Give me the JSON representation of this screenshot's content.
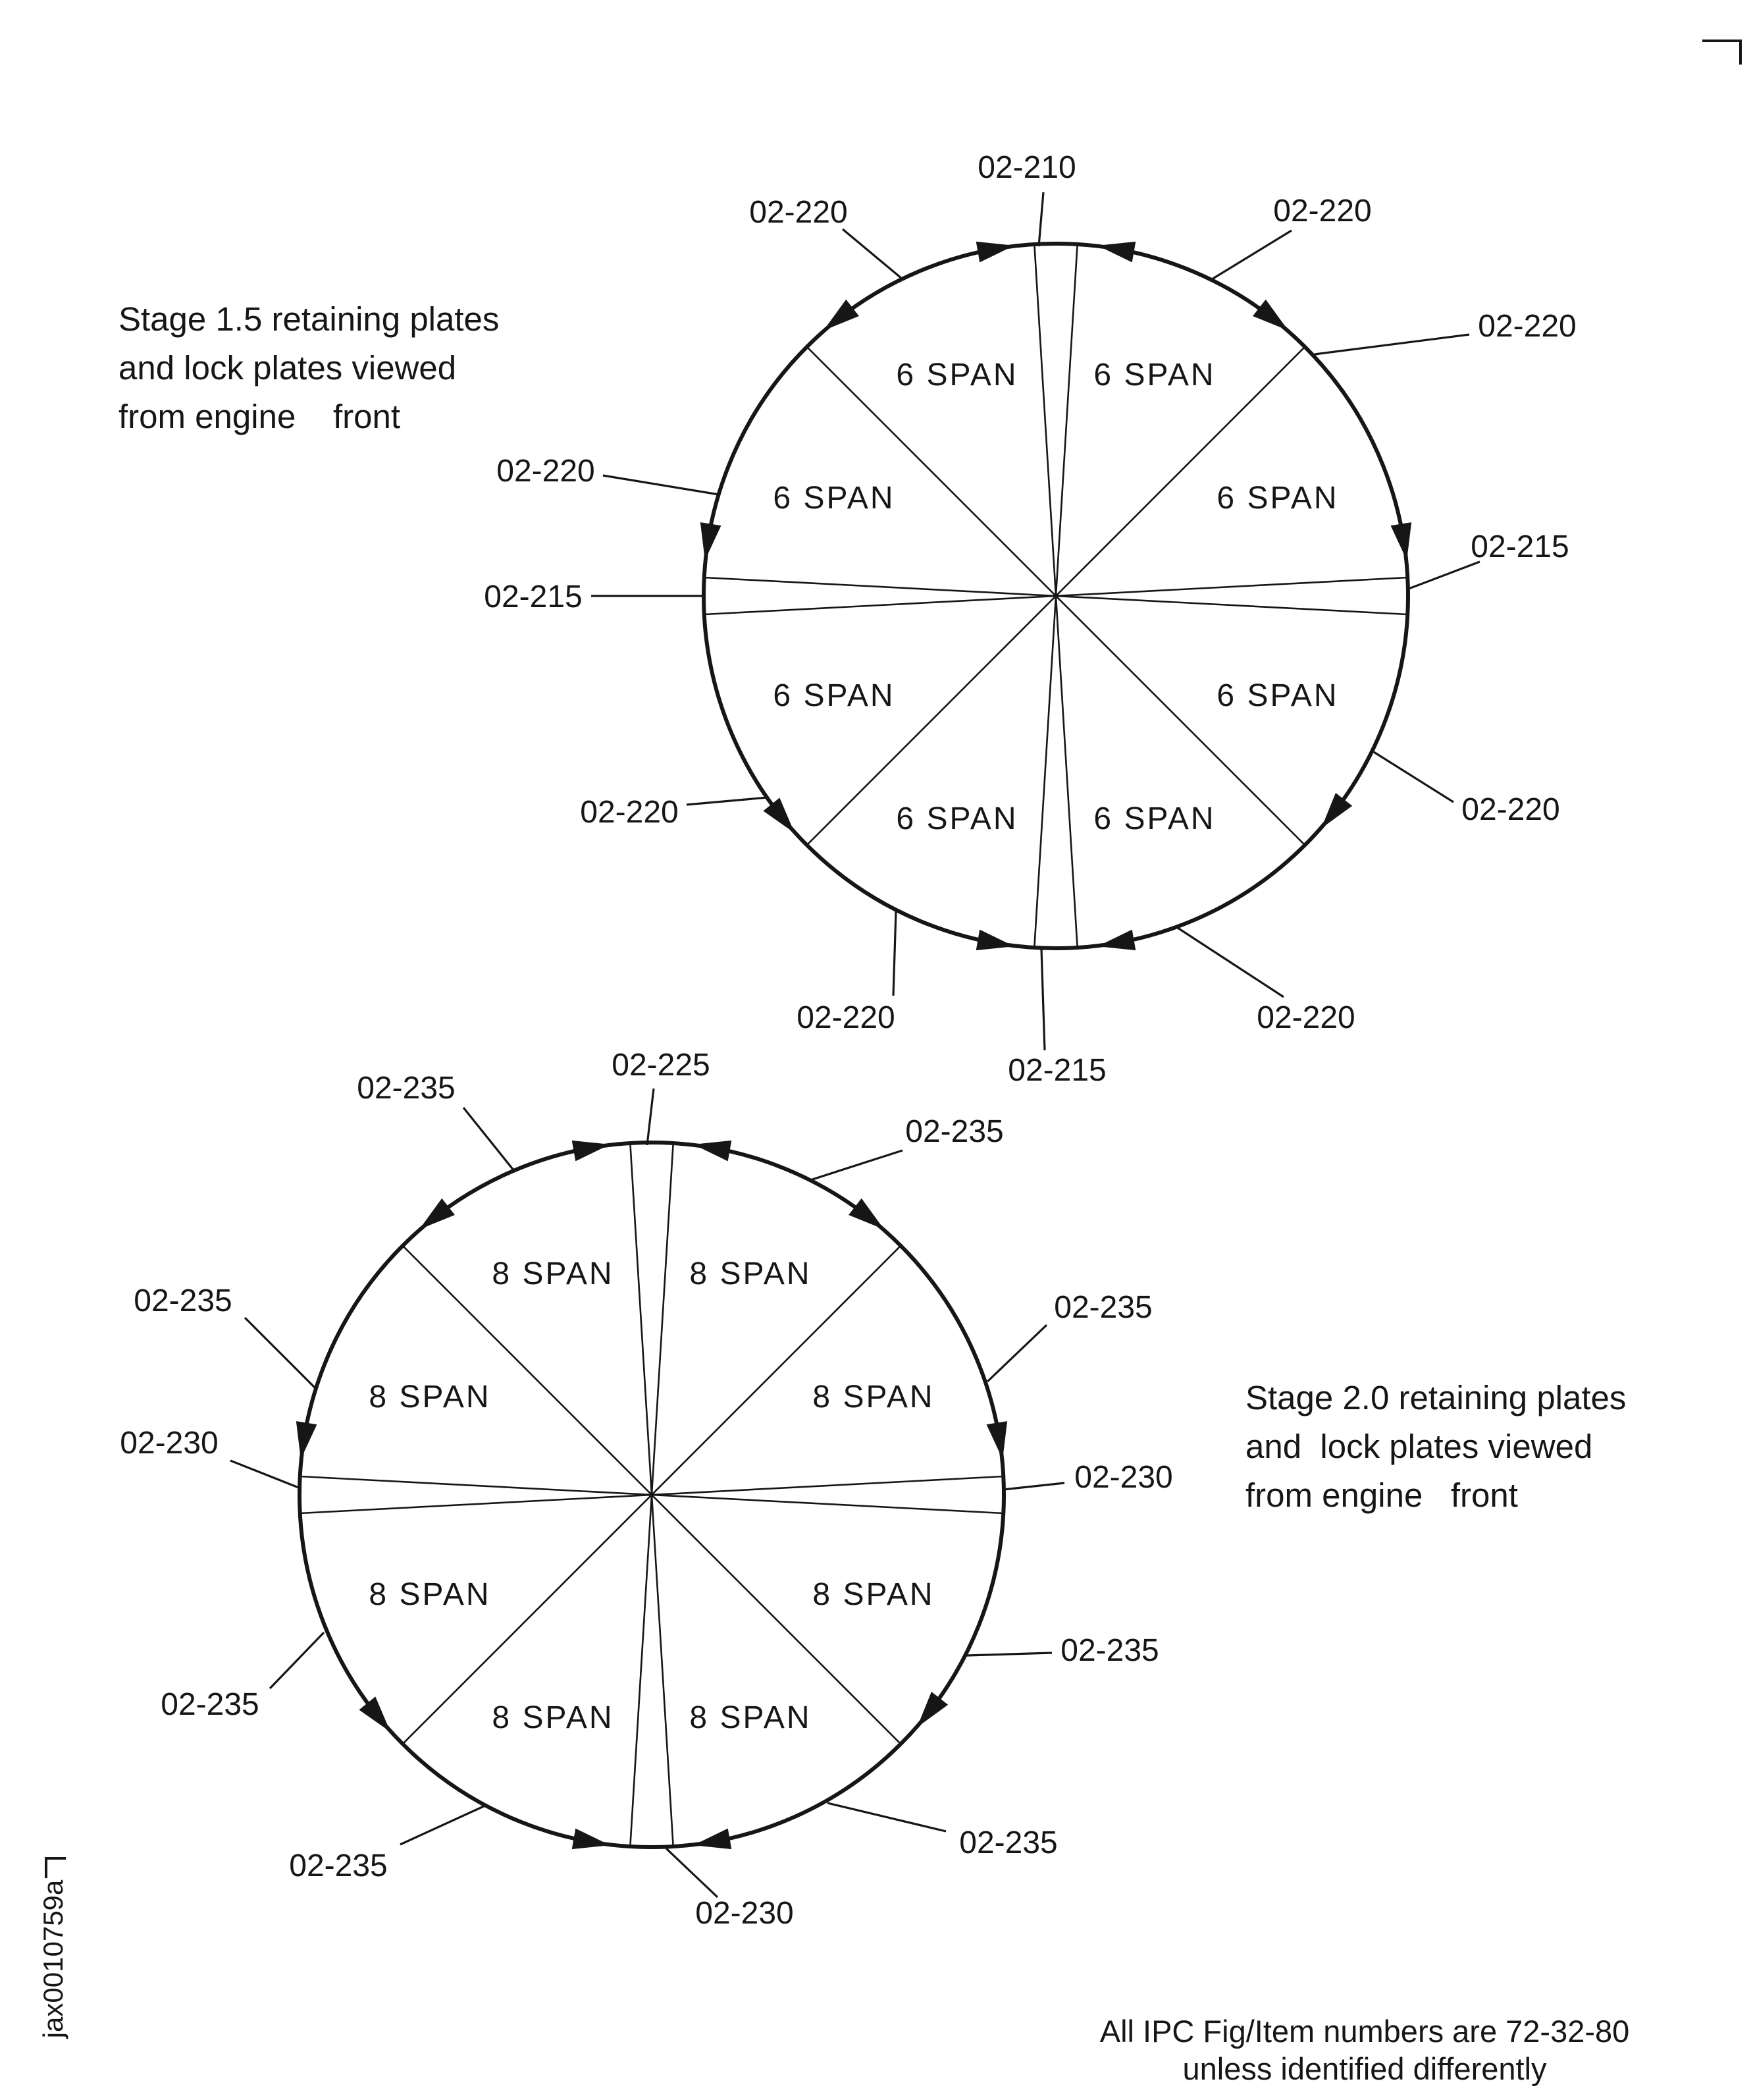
{
  "page": {
    "figure_code": "jax0010759a",
    "footnote_line1": "All IPC Fig/Item numbers are 72-32-80",
    "footnote_line2": "unless identified differently"
  },
  "stage15": {
    "caption_line1": "Stage 1.5 retaining plates",
    "caption_line2": "and lock plates viewed",
    "caption_line3": "from engine    front",
    "sector_labels": [
      "6 SPAN",
      "6 SPAN",
      "6 SPAN",
      "6 SPAN",
      "6 SPAN",
      "6 SPAN",
      "6 SPAN",
      "6 SPAN"
    ],
    "callouts": {
      "top": "02-210",
      "top_left": "02-220",
      "top_right": "02-220",
      "upper_left": "02-220",
      "upper_right": "02-220",
      "mid_left": "02-215",
      "mid_right": "02-215",
      "lower_left": "02-220",
      "lower_right": "02-220",
      "bottom_left": "02-220",
      "bottom_right": "02-220",
      "bottom": "02-215"
    }
  },
  "stage20": {
    "caption_line1": "Stage 2.0 retaining plates",
    "caption_line2": "and  lock plates viewed",
    "caption_line3": "from engine   front",
    "sector_labels": [
      "8 SPAN",
      "8 SPAN",
      "8 SPAN",
      "8 SPAN",
      "8 SPAN",
      "8 SPAN",
      "8 SPAN",
      "8 SPAN"
    ],
    "callouts": {
      "top": "02-225",
      "top_left": "02-235",
      "top_right": "02-235",
      "upper_left": "02-235",
      "upper_right": "02-235",
      "mid_left": "02-230",
      "mid_right": "02-230",
      "lower_left": "02-235",
      "lower_right": "02-235",
      "bottom_left": "02-235",
      "bottom_right": "02-235",
      "bottom": "02-230"
    }
  }
}
